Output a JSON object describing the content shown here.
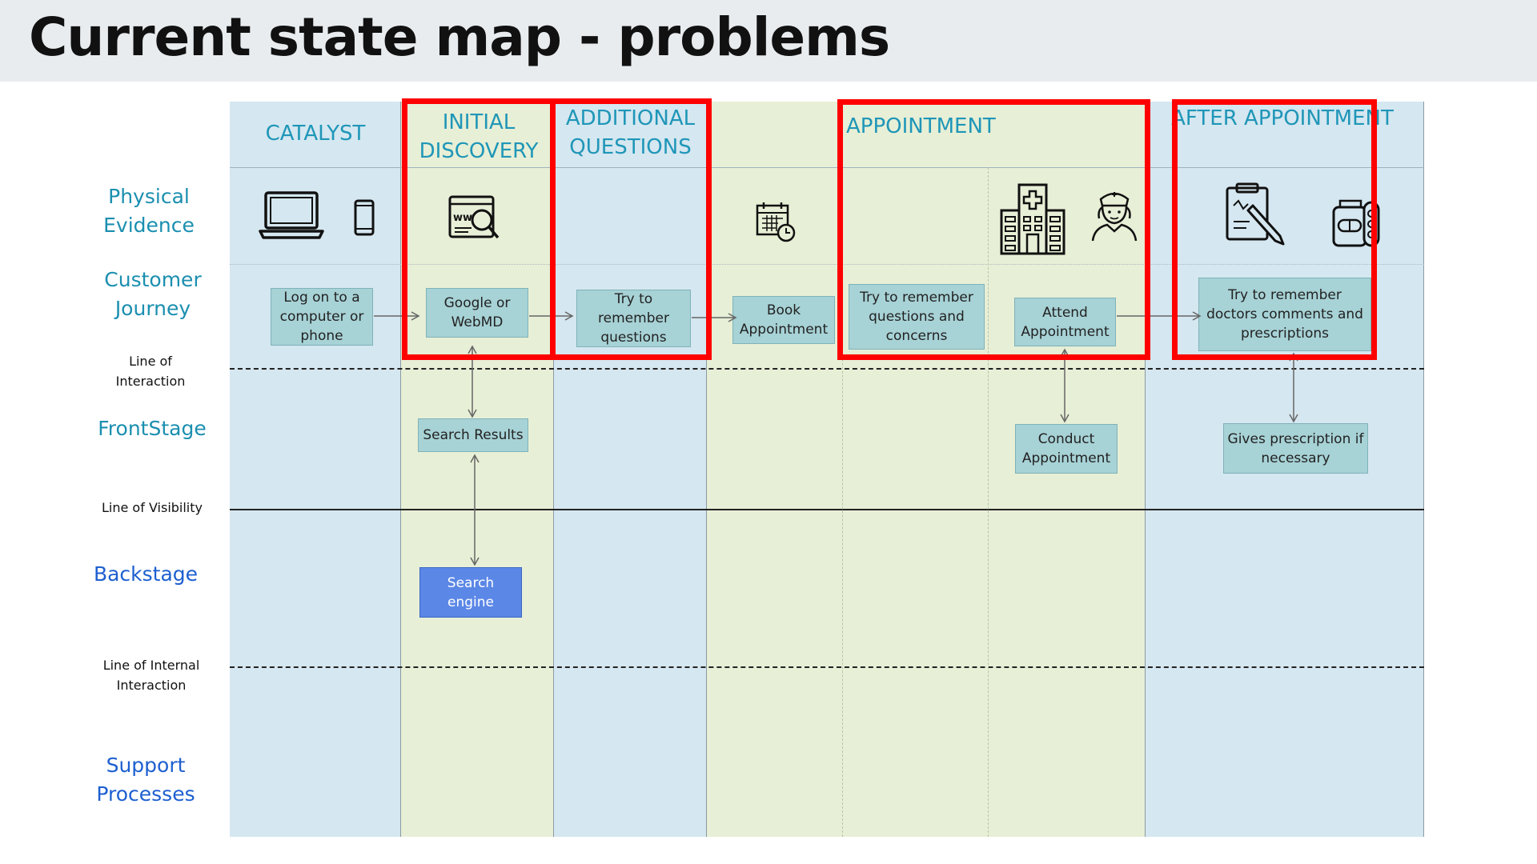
{
  "title": "Current state map - problems",
  "stages": [
    {
      "id": "catalyst",
      "label": "CATALYST"
    },
    {
      "id": "initial",
      "label": "INITIAL DISCOVERY"
    },
    {
      "id": "additional",
      "label": "ADDITIONAL QUESTIONS"
    },
    {
      "id": "appointment",
      "label": "APPOINTMENT"
    },
    {
      "id": "after",
      "label": "AFTER APPOINTMENT"
    }
  ],
  "rows": {
    "physical_evidence": "Physical Evidence",
    "customer_journey": "Customer Journey",
    "line_of_interaction": "Line of Interaction",
    "frontstage": "FrontStage",
    "line_of_visibility": "Line of Visibility",
    "backstage": "Backstage",
    "line_of_internal_interaction": "Line of Internal Interaction",
    "support_processes": "Support Processes"
  },
  "boxes": {
    "log_on": "Log on to a computer or phone",
    "google": "Google or WebMD",
    "try_remember_questions": "Try to remember questions",
    "book": "Book Appointment",
    "try_remember_concerns": "Try to remember questions and concerns",
    "attend": "Attend Appointment",
    "try_remember_comments": "Try to remember doctors comments and prescriptions",
    "search_results": "Search Results",
    "conduct": "Conduct Appointment",
    "gives_prescription": "Gives prescription if necessary",
    "search_engine": "Search engine"
  },
  "icons": [
    "laptop-icon",
    "phone-icon",
    "web-search-icon",
    "calendar-icon",
    "hospital-icon",
    "nurse-icon",
    "clipboard-pen-icon",
    "pill-bottle-icon"
  ],
  "highlighted_stages": [
    "initial",
    "additional",
    "appointment",
    "after"
  ],
  "colors": {
    "highlight": "#ff0000",
    "blue_lane": "#d5e7f0",
    "green_lane": "#e7efd6",
    "box": "#a7d2d6",
    "engine_box": "#5b87e6"
  }
}
